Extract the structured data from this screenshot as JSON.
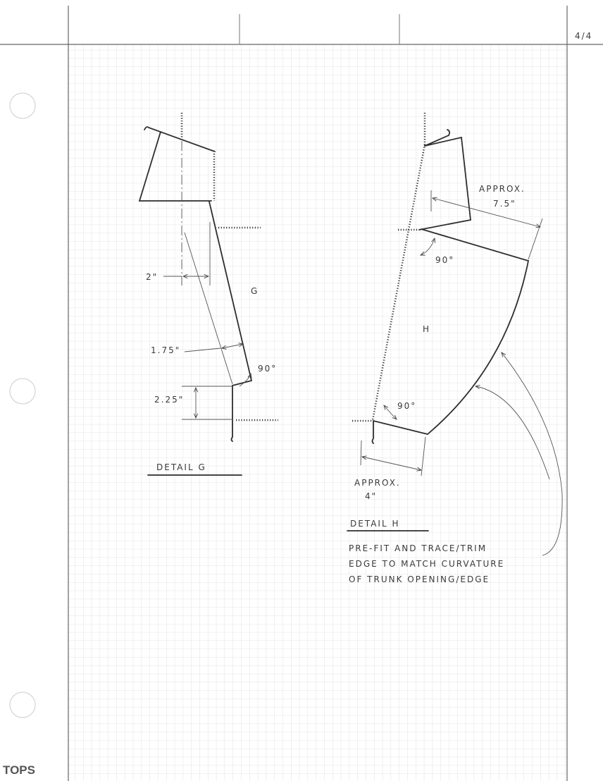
{
  "page": {
    "number": "4/4",
    "brand": "TOPS"
  },
  "detail_g": {
    "title": "DETAIL G",
    "label": "G",
    "dim_top": "2\"",
    "dim_mid": "1.75\"",
    "dim_bottom": "2.25\"",
    "angle": "90°"
  },
  "detail_h": {
    "title": "DETAIL H",
    "label": "H",
    "dim_top_prefix": "APPROX.",
    "dim_top": "7.5\"",
    "dim_bottom_prefix": "APPROX.",
    "dim_bottom": "4\"",
    "angle_top": "90°",
    "angle_bottom": "90°",
    "note": [
      "PRE-FIT AND TRACE/TRIM",
      "EDGE TO MATCH CURVATURE",
      "OF TRUNK OPENING/EDGE"
    ]
  },
  "colors": {
    "grid": "#dcdcdc",
    "ink": "#2e2e2e",
    "paper": "#ffffff"
  }
}
